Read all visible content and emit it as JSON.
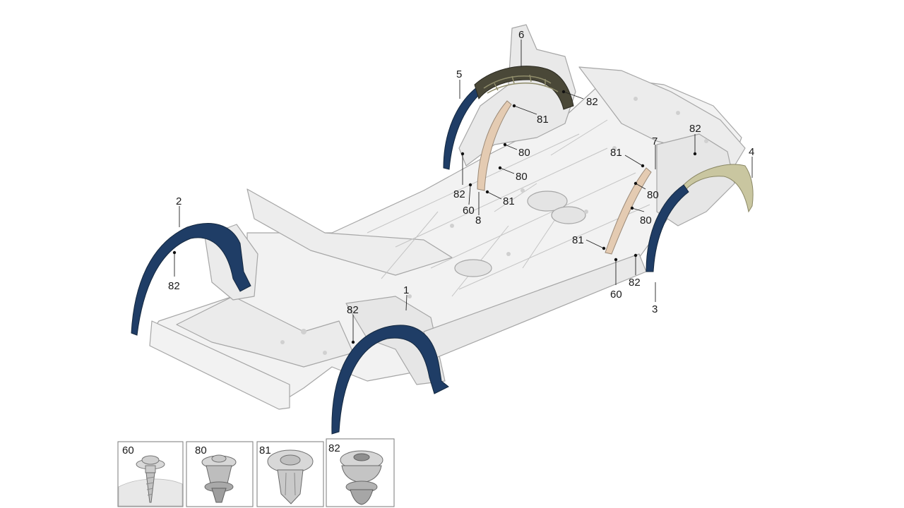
{
  "diagram": {
    "colors": {
      "body_fill": "#f2f2f2",
      "body_stroke": "#a6a6a6",
      "liner_blue": "#1f3d66",
      "liner_blue_light": "#2f5a8e",
      "liner_olive": "#c9c6a0",
      "liner_dark": "#3b3a30",
      "pillar_tan": "#e4cbb2",
      "callout_text": "#1a1a1a"
    },
    "callouts": {
      "c1": "1",
      "c2": "2",
      "c3": "3",
      "c4": "4",
      "c5": "5",
      "c6": "6",
      "c7": "7",
      "c8": "8",
      "c60a": "60",
      "c60b": "60",
      "c80a": "80",
      "c80b": "80",
      "c80c": "80",
      "c80d": "80",
      "c81a": "81",
      "c81b": "81",
      "c81c": "81",
      "c81d": "81",
      "c82a": "82",
      "c82b": "82",
      "c82c": "82",
      "c82d": "82",
      "c82e": "82",
      "c82f": "82"
    },
    "fasteners": [
      {
        "label": "60",
        "icon": "screw-icon"
      },
      {
        "label": "80",
        "icon": "push-clip-icon"
      },
      {
        "label": "81",
        "icon": "plug-clip-icon"
      },
      {
        "label": "82",
        "icon": "rivet-clip-icon"
      }
    ]
  }
}
